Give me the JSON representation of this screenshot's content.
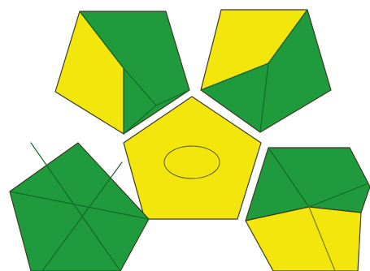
{
  "colors": {
    "background": "#ffffff",
    "green": "#1f9a3c",
    "yellow": "#f2e60c",
    "outline": "#3a3a22",
    "green_crease": "#136b28",
    "yellow_crease": "#7a7a12"
  },
  "pieces": [
    {
      "id": "top-left",
      "fill_colors": [
        "yellow",
        "green"
      ]
    },
    {
      "id": "top-right",
      "fill_colors": [
        "yellow",
        "green"
      ]
    },
    {
      "id": "center",
      "fill_colors": [
        "yellow"
      ],
      "has_oval_hole": true
    },
    {
      "id": "bottom-left",
      "fill_colors": [
        "green"
      ]
    },
    {
      "id": "bottom-right",
      "fill_colors": [
        "green",
        "yellow"
      ]
    }
  ]
}
